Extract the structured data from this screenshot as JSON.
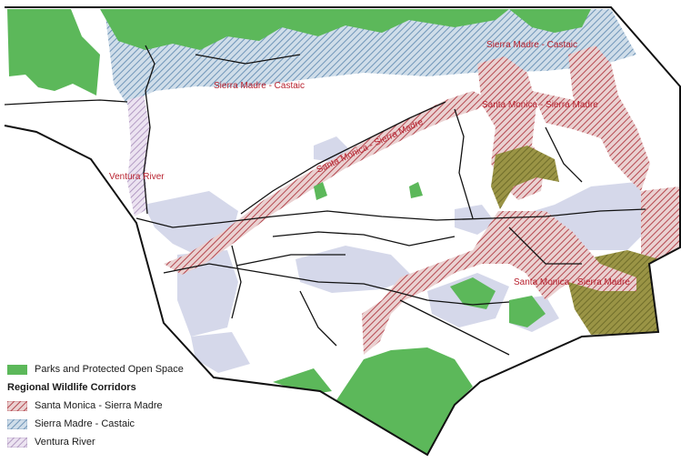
{
  "map": {
    "legend": {
      "parks": "Parks and Protected Open Space",
      "heading": "Regional Wildlife Corridors",
      "items": [
        {
          "label": "Santa Monica - Sierra Madre",
          "pattern": "hatch-red"
        },
        {
          "label": "Sierra Madre - Castaic",
          "pattern": "hatch-blue"
        },
        {
          "label": "Ventura River",
          "pattern": "hatch-purple"
        }
      ]
    },
    "labels": {
      "sierra_madre_castaic_east": "Sierra Madre - Castaic",
      "sierra_madre_castaic_center": "Sierra Madre - Castaic",
      "santa_monica_sierra_madre_diag": "Santa Monica - Sierra Madre",
      "santa_monica_sierra_madre_ne": "Santa Monica - Sierra Madre",
      "santa_monica_sierra_madre_se": "Santa Monica - Sierra Madre",
      "ventura_river": "Ventura River"
    },
    "colors": {
      "parks_green": "#5cb85a",
      "urban": "#d5d8ea",
      "red_hatch": "#b5474f",
      "blue_hatch": "#6f95b8",
      "purple_hatch": "#a58ab8",
      "olive": "#8a8a35",
      "label_red": "#b8212e",
      "boundary": "#111111"
    }
  }
}
